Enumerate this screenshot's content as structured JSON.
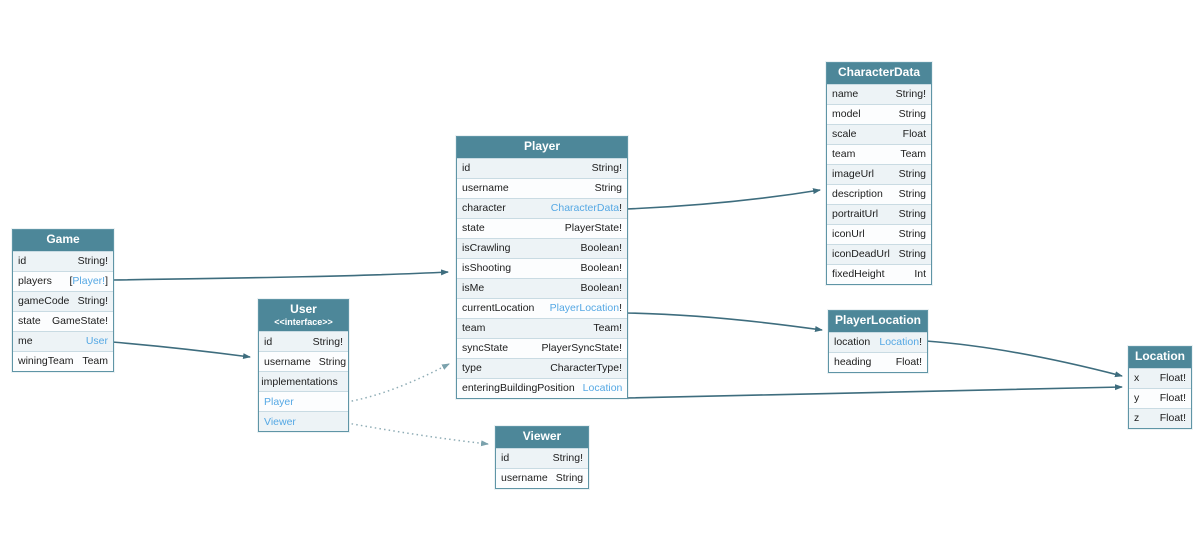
{
  "colors": {
    "header_teal": "#4d8799",
    "link_blue": "#55a8e4",
    "edge_solid": "#3e6d7e",
    "edge_dotted": "#8fadb6",
    "row_stripe": "#edf3f6",
    "row_plain": "#fcfdfe"
  },
  "diagram": {
    "entities": [
      {
        "id": "game",
        "title": "Game",
        "stereotype": "",
        "fields": [
          {
            "name": "id",
            "type": [
              {
                "text": "String!",
                "link": false
              }
            ]
          },
          {
            "name": "players",
            "type": [
              {
                "text": "[",
                "link": false
              },
              {
                "text": "Player!",
                "link": true
              },
              {
                "text": "]",
                "link": false
              }
            ]
          },
          {
            "name": "gameCode",
            "type": [
              {
                "text": "String!",
                "link": false
              }
            ]
          },
          {
            "name": "state",
            "type": [
              {
                "text": "GameState!",
                "link": false
              }
            ]
          },
          {
            "name": "me",
            "type": [
              {
                "text": "User",
                "link": true
              }
            ]
          },
          {
            "name": "winingTeam",
            "type": [
              {
                "text": "Team",
                "link": false
              }
            ]
          }
        ]
      },
      {
        "id": "user",
        "title": "User",
        "stereotype": "<<interface>>",
        "fields": [
          {
            "name": "id",
            "type": [
              {
                "text": "String!",
                "link": false
              }
            ]
          },
          {
            "name": "username",
            "type": [
              {
                "text": "String",
                "link": false
              }
            ]
          },
          {
            "name": "implementations",
            "center": true
          },
          {
            "name": "Player",
            "name_link": true
          },
          {
            "name": "Viewer",
            "name_link": true
          }
        ]
      },
      {
        "id": "player",
        "title": "Player",
        "stereotype": "",
        "fields": [
          {
            "name": "id",
            "type": [
              {
                "text": "String!",
                "link": false
              }
            ]
          },
          {
            "name": "username",
            "type": [
              {
                "text": "String",
                "link": false
              }
            ]
          },
          {
            "name": "character",
            "type": [
              {
                "text": "CharacterData",
                "link": true
              },
              {
                "text": "!",
                "link": false
              }
            ]
          },
          {
            "name": "state",
            "type": [
              {
                "text": "PlayerState!",
                "link": false
              }
            ]
          },
          {
            "name": "isCrawling",
            "type": [
              {
                "text": "Boolean!",
                "link": false
              }
            ]
          },
          {
            "name": "isShooting",
            "type": [
              {
                "text": "Boolean!",
                "link": false
              }
            ]
          },
          {
            "name": "isMe",
            "type": [
              {
                "text": "Boolean!",
                "link": false
              }
            ]
          },
          {
            "name": "currentLocation",
            "type": [
              {
                "text": "PlayerLocation",
                "link": true
              },
              {
                "text": "!",
                "link": false
              }
            ]
          },
          {
            "name": "team",
            "type": [
              {
                "text": "Team!",
                "link": false
              }
            ]
          },
          {
            "name": "syncState",
            "type": [
              {
                "text": "PlayerSyncState!",
                "link": false
              }
            ]
          },
          {
            "name": "type",
            "type": [
              {
                "text": "CharacterType!",
                "link": false
              }
            ]
          },
          {
            "name": "enteringBuildingPosition",
            "type": [
              {
                "text": "Location",
                "link": true
              }
            ]
          }
        ]
      },
      {
        "id": "characterdata",
        "title": "CharacterData",
        "stereotype": "",
        "fields": [
          {
            "name": "name",
            "type": [
              {
                "text": "String!",
                "link": false
              }
            ]
          },
          {
            "name": "model",
            "type": [
              {
                "text": "String",
                "link": false
              }
            ]
          },
          {
            "name": "scale",
            "type": [
              {
                "text": "Float",
                "link": false
              }
            ]
          },
          {
            "name": "team",
            "type": [
              {
                "text": "Team",
                "link": false
              }
            ]
          },
          {
            "name": "imageUrl",
            "type": [
              {
                "text": "String",
                "link": false
              }
            ]
          },
          {
            "name": "description",
            "type": [
              {
                "text": "String",
                "link": false
              }
            ]
          },
          {
            "name": "portraitUrl",
            "type": [
              {
                "text": "String",
                "link": false
              }
            ]
          },
          {
            "name": "iconUrl",
            "type": [
              {
                "text": "String",
                "link": false
              }
            ]
          },
          {
            "name": "iconDeadUrl",
            "type": [
              {
                "text": "String",
                "link": false
              }
            ]
          },
          {
            "name": "fixedHeight",
            "type": [
              {
                "text": "Int",
                "link": false
              }
            ]
          }
        ]
      },
      {
        "id": "playerlocation",
        "title": "PlayerLocation",
        "stereotype": "",
        "fields": [
          {
            "name": "location",
            "type": [
              {
                "text": "Location",
                "link": true
              },
              {
                "text": "!",
                "link": false
              }
            ]
          },
          {
            "name": "heading",
            "type": [
              {
                "text": "Float!",
                "link": false
              }
            ]
          }
        ]
      },
      {
        "id": "location",
        "title": "Location",
        "stereotype": "",
        "fields": [
          {
            "name": "x",
            "type": [
              {
                "text": "Float!",
                "link": false
              }
            ]
          },
          {
            "name": "y",
            "type": [
              {
                "text": "Float!",
                "link": false
              }
            ]
          },
          {
            "name": "z",
            "type": [
              {
                "text": "Float!",
                "link": false
              }
            ]
          }
        ]
      },
      {
        "id": "viewer",
        "title": "Viewer",
        "stereotype": "",
        "fields": [
          {
            "name": "id",
            "type": [
              {
                "text": "String!",
                "link": false
              }
            ]
          },
          {
            "name": "username",
            "type": [
              {
                "text": "String",
                "link": false
              }
            ]
          }
        ]
      }
    ]
  }
}
